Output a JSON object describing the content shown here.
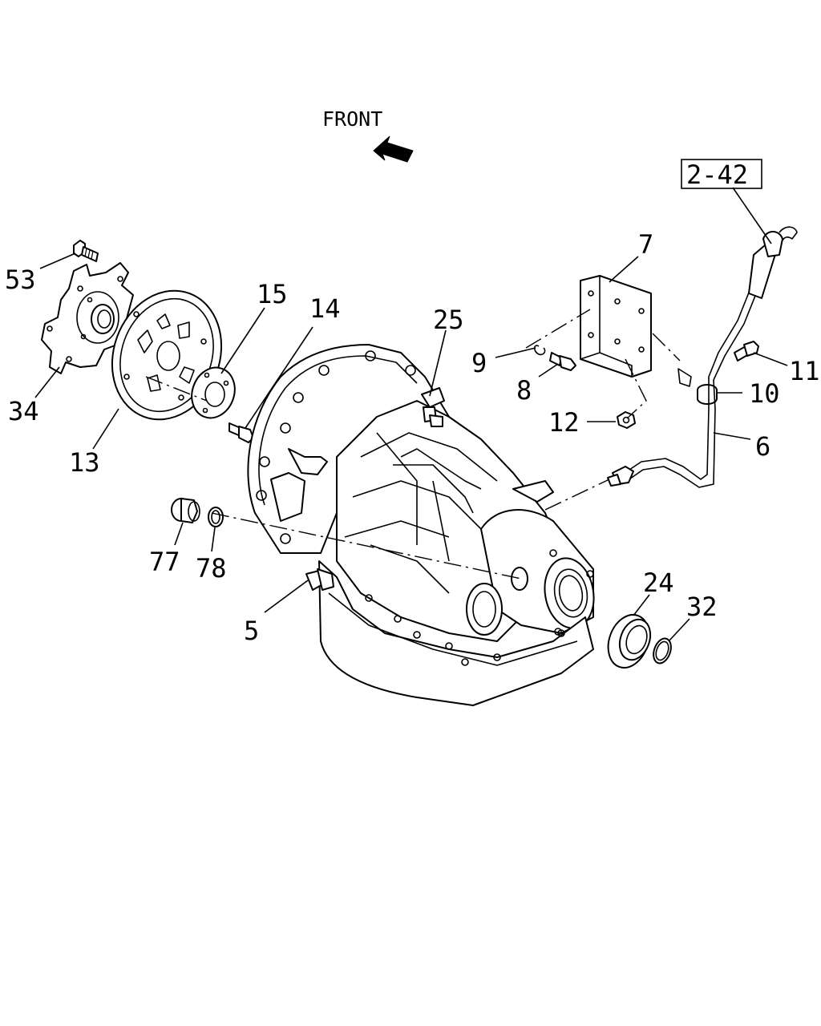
{
  "direction": {
    "label": "FRONT"
  },
  "reference": {
    "label": "2-42"
  },
  "callouts": [
    {
      "id": "53",
      "text": "53"
    },
    {
      "id": "34",
      "text": "34"
    },
    {
      "id": "13",
      "text": "13"
    },
    {
      "id": "15",
      "text": "15"
    },
    {
      "id": "14",
      "text": "14"
    },
    {
      "id": "25",
      "text": "25"
    },
    {
      "id": "7",
      "text": "7"
    },
    {
      "id": "9",
      "text": "9"
    },
    {
      "id": "8",
      "text": "8"
    },
    {
      "id": "12",
      "text": "12"
    },
    {
      "id": "11",
      "text": "11"
    },
    {
      "id": "10",
      "text": "10"
    },
    {
      "id": "6",
      "text": "6"
    },
    {
      "id": "77",
      "text": "77"
    },
    {
      "id": "78",
      "text": "78"
    },
    {
      "id": "5",
      "text": "5"
    },
    {
      "id": "24",
      "text": "24"
    },
    {
      "id": "32",
      "text": "32"
    }
  ]
}
